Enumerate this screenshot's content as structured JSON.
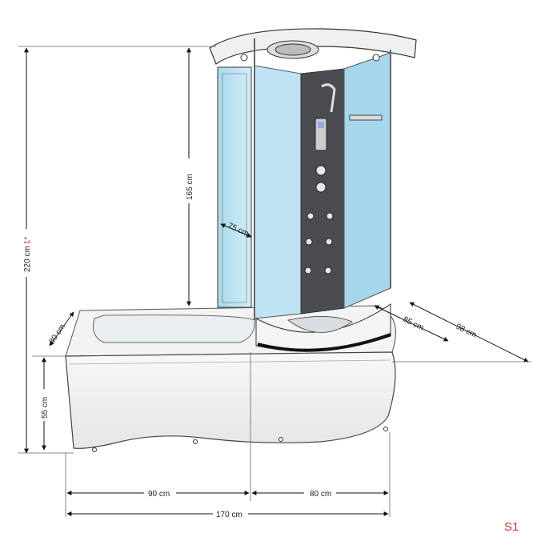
{
  "dimensions": {
    "total_height": "220 cm",
    "total_height_note": "1*",
    "glass_height": "165 cm",
    "door_width": "75 cm",
    "tub_depth": "80 cm",
    "tub_height": "55 cm",
    "cabin_depth": "85 cm",
    "cabin_diagonal": "98 cm",
    "tub_width": "90 cm",
    "cabin_width": "80 cm",
    "total_width": "170 cm"
  },
  "variant_label": "S1",
  "colors": {
    "glass": "#bfe3f2",
    "glass_dark": "#9fd2ea",
    "panel": "#4a4c50",
    "frame": "#c9ccd0",
    "variant_label": "#c23a2b"
  }
}
